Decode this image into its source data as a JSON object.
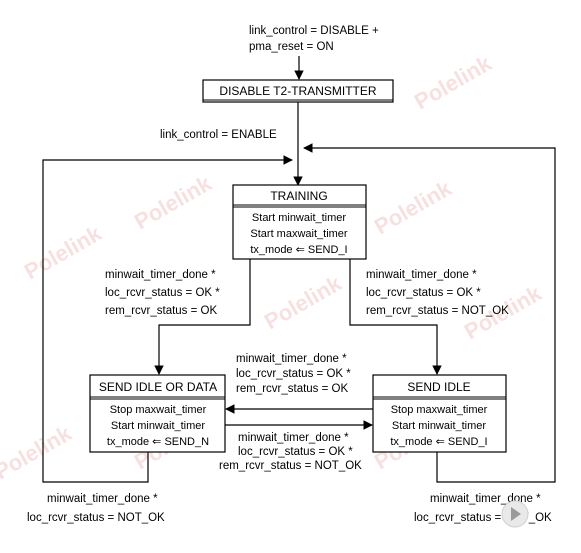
{
  "watermark": "Polelink",
  "entry_condition": [
    "link_control = DISABLE +",
    "pma_reset = ON"
  ],
  "states": {
    "disable": {
      "title": "DISABLE T2-TRANSMITTER",
      "actions": []
    },
    "training": {
      "title": "TRAINING",
      "actions": [
        "Start minwait_timer",
        "Start maxwait_timer",
        "tx_mode ⇐ SEND_I"
      ]
    },
    "send_idle_data": {
      "title": "SEND IDLE OR DATA",
      "actions": [
        "Stop maxwait_timer",
        "Start minwait_timer",
        "tx_mode ⇐ SEND_N"
      ]
    },
    "send_idle": {
      "title": "SEND IDLE",
      "actions": [
        "Stop maxwait_timer",
        "Start minwait_timer",
        "tx_mode ⇐ SEND_I"
      ]
    }
  },
  "transitions": {
    "disable_to_training": [
      "link_control = ENABLE"
    ],
    "training_to_sid": [
      "minwait_timer_done *",
      "loc_rcvr_status = OK *",
      "rem_rcvr_status = OK"
    ],
    "training_to_si": [
      "minwait_timer_done *",
      "loc_rcvr_status = OK *",
      "rem_rcvr_status = NOT_OK"
    ],
    "si_to_sid": [
      "minwait_timer_done *",
      "loc_rcvr_status = OK *",
      "rem_rcvr_status = OK"
    ],
    "sid_to_si": [
      "minwait_timer_done *",
      "loc_rcvr_status = OK *",
      "rem_rcvr_status = NOT_OK"
    ],
    "sid_to_training": [
      "minwait_timer_done *",
      "loc_rcvr_status = NOT_OK"
    ],
    "si_to_training": [
      "minwait_timer_done *",
      "loc_rcvr_status = NOT_OK"
    ]
  }
}
